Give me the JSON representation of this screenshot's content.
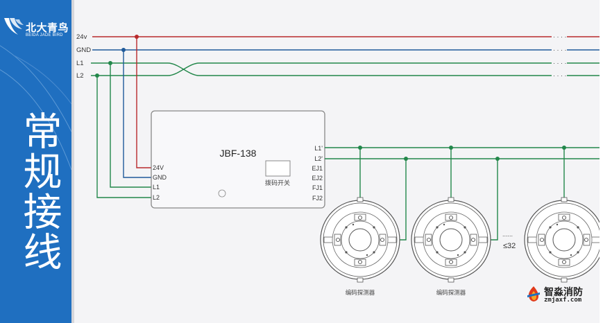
{
  "brand": {
    "name_cn": "北大青鸟",
    "name_en": "BEIDA JADE BIRD",
    "color": "#1f6fc0"
  },
  "sidebar": {
    "title": "常规接线"
  },
  "bus": {
    "lines": [
      {
        "label": "24v",
        "color": "#b8292b"
      },
      {
        "label": "GND",
        "color": "#1f5a9a"
      },
      {
        "label": "L1",
        "color": "#22874a"
      },
      {
        "label": "L2",
        "color": "#22874a"
      }
    ],
    "ellipsis": "· · · ·"
  },
  "module": {
    "name": "JBF-138",
    "switch_label": "拨码开关",
    "left_terminals": [
      "24V",
      "GND",
      "L1",
      "L2"
    ],
    "right_terminals": [
      "L1'",
      "L2'",
      "EJ1",
      "EJ2",
      "FJ1",
      "FJ2"
    ]
  },
  "detectors": {
    "label": "编码探测器",
    "count_label": "≤32",
    "dots": "......"
  },
  "watermark": {
    "name_cn": "智淼消防",
    "url": "zmjaxf.com"
  }
}
